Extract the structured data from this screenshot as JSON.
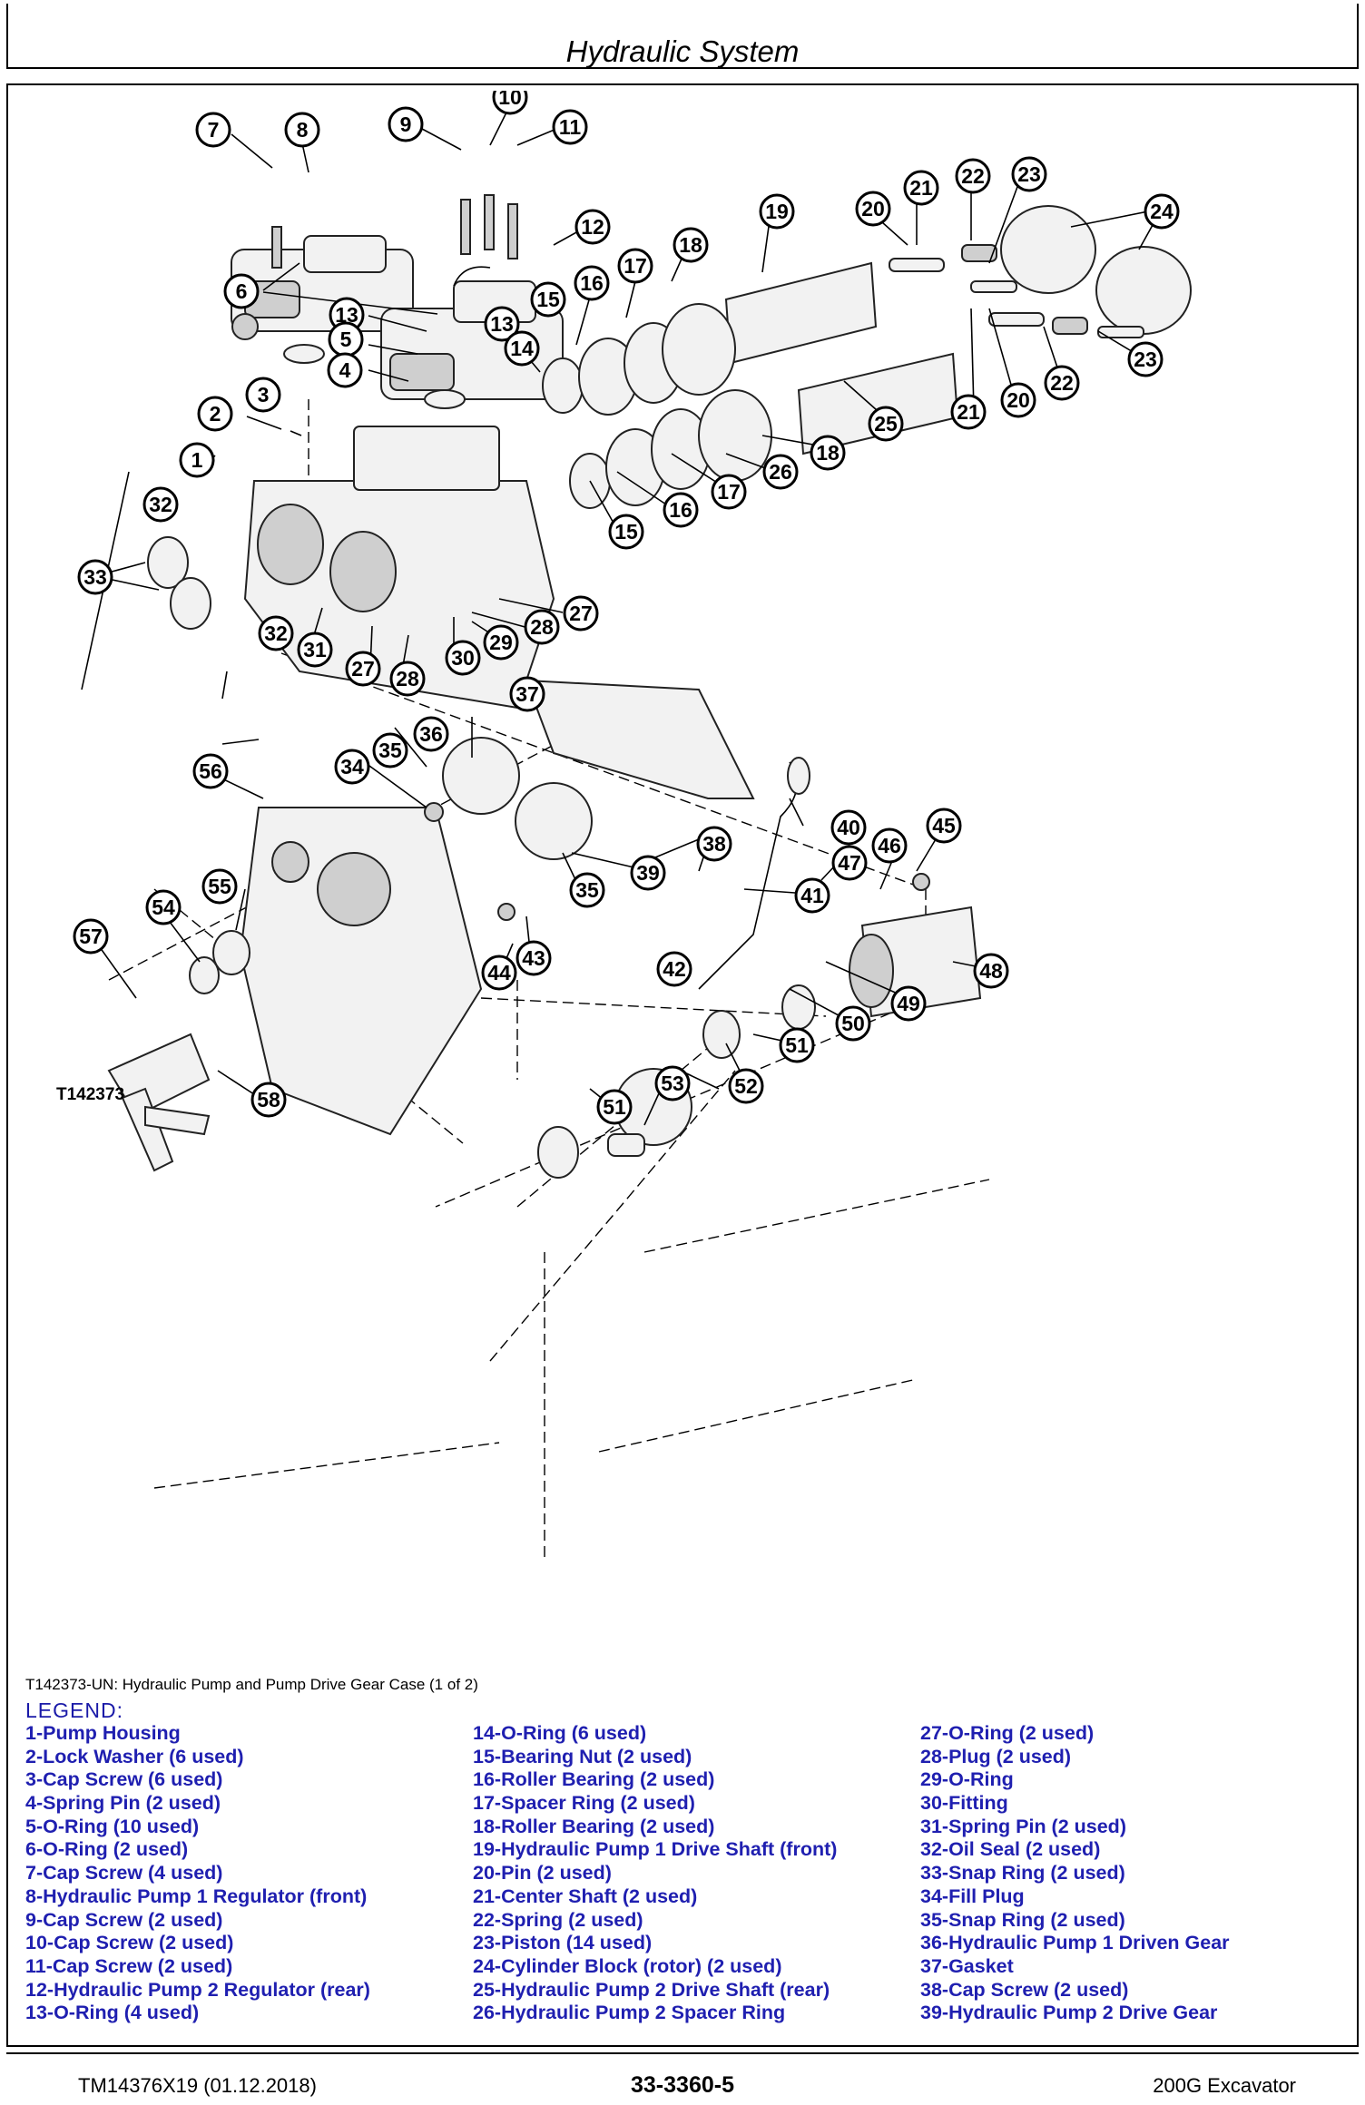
{
  "header": {
    "title": "Hydraulic System"
  },
  "figure": {
    "id_label": "T142373",
    "caption": "T142373-UN: Hydraulic Pump and Pump Drive Gear Case (1 of 2)"
  },
  "legend": {
    "title": "LEGEND:",
    "columns": [
      [
        "1-Pump Housing",
        "2-Lock Washer (6 used)",
        "3-Cap Screw (6 used)",
        "4-Spring Pin (2 used)",
        "5-O-Ring (10 used)",
        "6-O-Ring (2 used)",
        "7-Cap Screw (4 used)",
        "8-Hydraulic Pump 1 Regulator (front)",
        "9-Cap Screw (2 used)",
        "10-Cap Screw (2 used)",
        "11-Cap Screw (2 used)",
        "12-Hydraulic Pump 2 Regulator (rear)",
        "13-O-Ring (4 used)"
      ],
      [
        "14-O-Ring (6 used)",
        "15-Bearing Nut (2 used)",
        "16-Roller Bearing (2 used)",
        "17-Spacer Ring (2 used)",
        "18-Roller Bearing (2 used)",
        "19-Hydraulic Pump 1 Drive Shaft (front)",
        "20-Pin (2 used)",
        "21-Center Shaft (2 used)",
        "22-Spring (2 used)",
        "23-Piston (14 used)",
        "24-Cylinder Block (rotor) (2 used)",
        "25-Hydraulic Pump 2 Drive Shaft (rear)",
        "26-Hydraulic Pump 2 Spacer Ring"
      ],
      [
        "27-O-Ring (2 used)",
        "28-Plug (2 used)",
        "29-O-Ring",
        "30-Fitting",
        "31-Spring Pin (2 used)",
        "32-Oil Seal (2 used)",
        "33-Snap Ring (2 used)",
        "34-Fill Plug",
        "35-Snap Ring (2 used)",
        "36-Hydraulic Pump 1 Driven Gear",
        "37-Gasket",
        "38-Cap Screw (2 used)",
        "39-Hydraulic Pump 2 Drive Gear"
      ]
    ]
  },
  "footer": {
    "doc_id": "TM14376X19 (01.12.2018)",
    "page_number": "33-3360-5",
    "model": "200G Excavator"
  },
  "callouts": [
    "1",
    "2",
    "3",
    "4",
    "5",
    "6",
    "7",
    "8",
    "9",
    "10",
    "11",
    "12",
    "13",
    "13",
    "14",
    "15",
    "15",
    "16",
    "16",
    "17",
    "17",
    "18",
    "18",
    "19",
    "20",
    "20",
    "21",
    "21",
    "22",
    "22",
    "23",
    "23",
    "24",
    "25",
    "26",
    "27",
    "27",
    "28",
    "28",
    "29",
    "30",
    "31",
    "32",
    "32",
    "33",
    "34",
    "35",
    "35",
    "36",
    "37",
    "38",
    "39",
    "40",
    "41",
    "42",
    "43",
    "44",
    "45",
    "46",
    "47",
    "48",
    "49",
    "50",
    "51",
    "51",
    "52",
    "53",
    "54",
    "55",
    "56",
    "57",
    "58"
  ]
}
